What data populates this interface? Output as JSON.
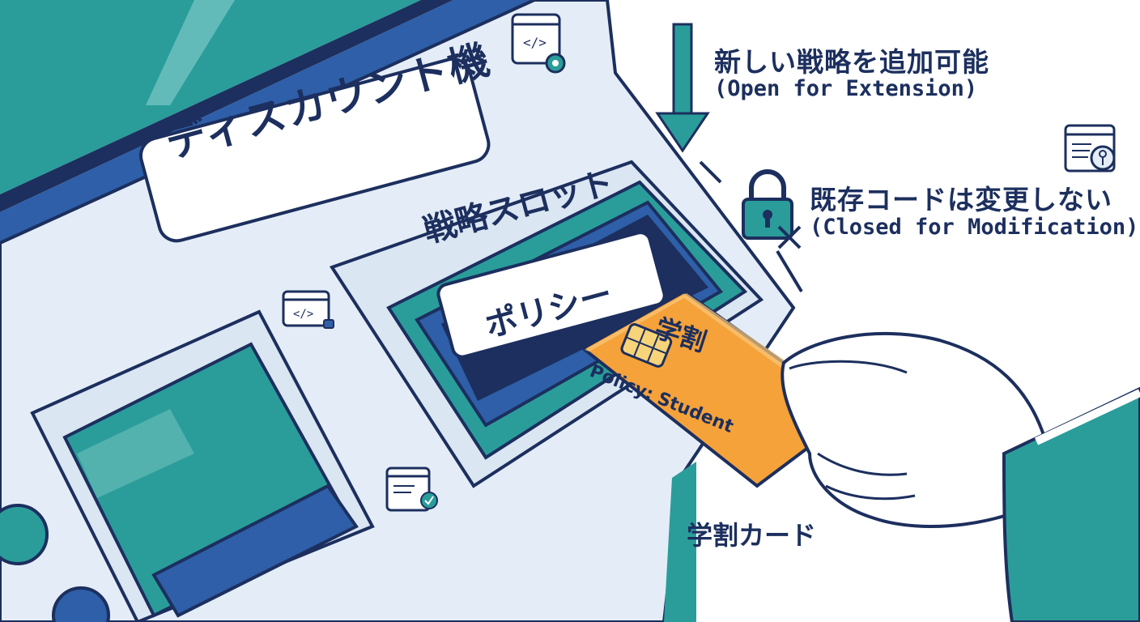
{
  "machine": {
    "title": "ディスカウント機",
    "slot_label": "戦略スロット",
    "policy_label": "ポリシー"
  },
  "card": {
    "title": "学割",
    "policy_text": "Policy: Student",
    "caption": "学割カード"
  },
  "open_principle": {
    "jp": "新しい戦略を追加可能",
    "en": "(Open for Extension)"
  },
  "closed_principle": {
    "jp": "既存コードは変更しない",
    "en": "(Closed for Modification)"
  },
  "icons": {
    "top_code": "code-window-gear-icon",
    "top_right": "window-key-icon",
    "lock": "lock-x-icon",
    "left_code": "code-window-icon",
    "bottom_check": "window-check-icon"
  },
  "colors": {
    "navy": "#1c2f5e",
    "teal": "#2a9d9a",
    "blue": "#2e5fa8",
    "light_blue": "#e4edf7",
    "orange": "#f5a23a"
  }
}
